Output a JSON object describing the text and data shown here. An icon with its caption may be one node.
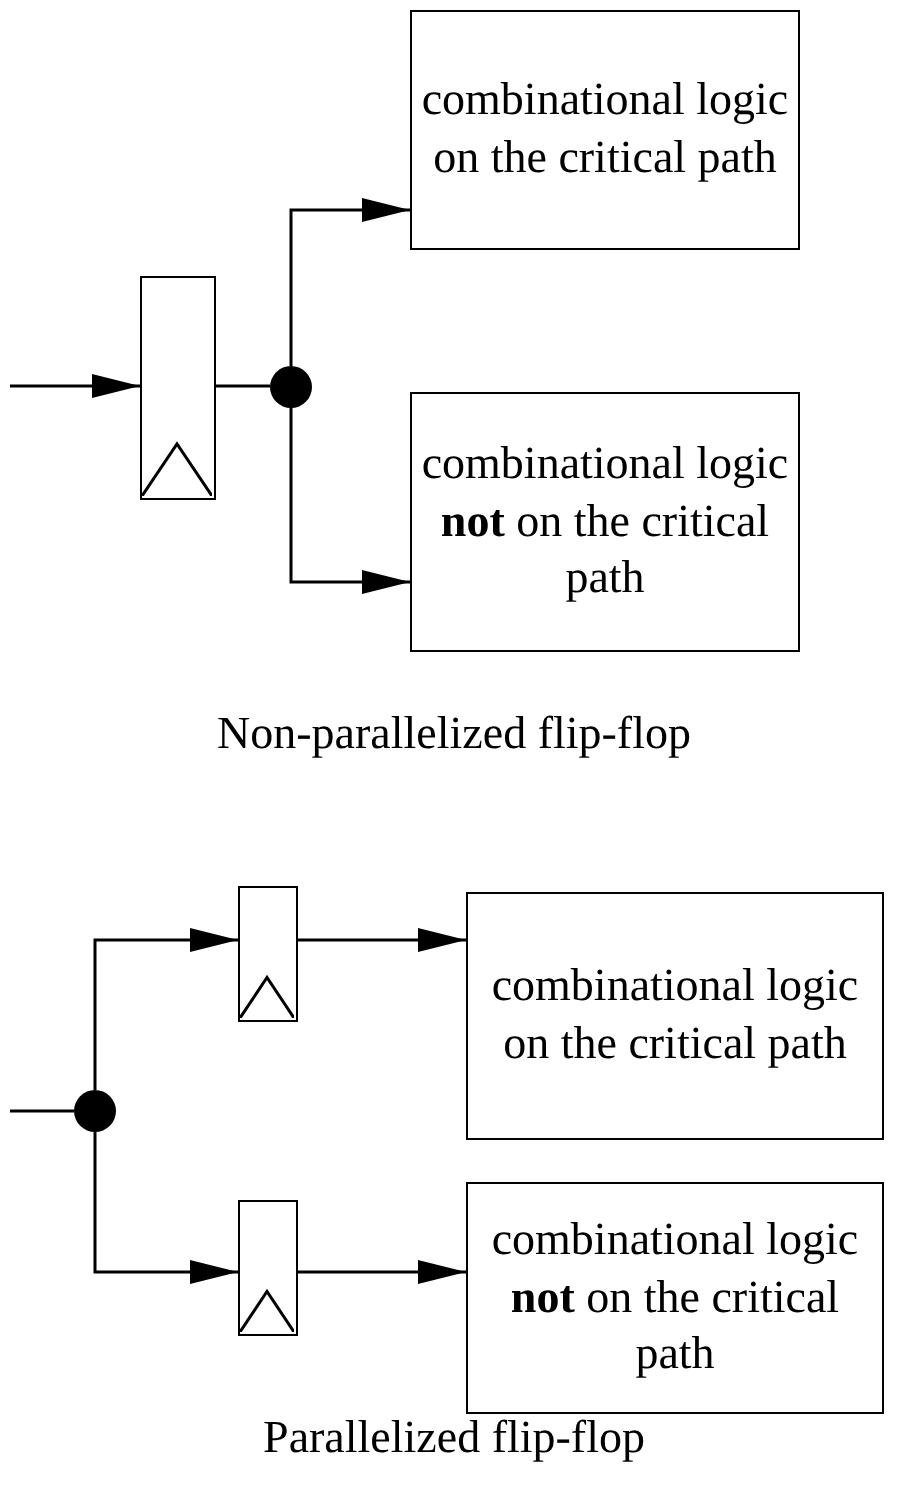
{
  "diagram": {
    "nodes": [
      {
        "text": [],
        "shape": "box"
      },
      {
        "text": [],
        "shape": "circle"
      },
      {
        "text": [
          "combinational logic on the critical path"
        ]
      },
      {
        "text": [
          "combinational logic **not** on the critical path"
        ]
      },
      {
        "text": [],
        "shape": "circle"
      },
      {
        "text": [],
        "shape": "box"
      },
      {
        "text": [],
        "shape": "box"
      },
      {
        "text": [
          "combinational logic on the critical path"
        ]
      },
      {
        "text": [
          "combinational logic **not** on the critical path"
        ]
      }
    ],
    "edges": [
      {
        "from": null,
        "to": 0,
        "arrow": "to"
      },
      {
        "from": 0,
        "to": 1,
        "arrow": "none"
      },
      {
        "from": 1,
        "to": 2,
        "arrow": "to"
      },
      {
        "from": 1,
        "to": 3,
        "arrow": "to"
      },
      {
        "from": null,
        "to": 4,
        "arrow": "none"
      },
      {
        "from": 4,
        "to": 5,
        "arrow": "to"
      },
      {
        "from": 4,
        "to": 6,
        "arrow": "to"
      },
      {
        "from": 5,
        "to": 7,
        "arrow": "to"
      },
      {
        "from": 6,
        "to": 8,
        "arrow": "to"
      }
    ],
    "labels": [
      "Non-parallelized flip-flop",
      "Parallelized flip-flop"
    ]
  }
}
